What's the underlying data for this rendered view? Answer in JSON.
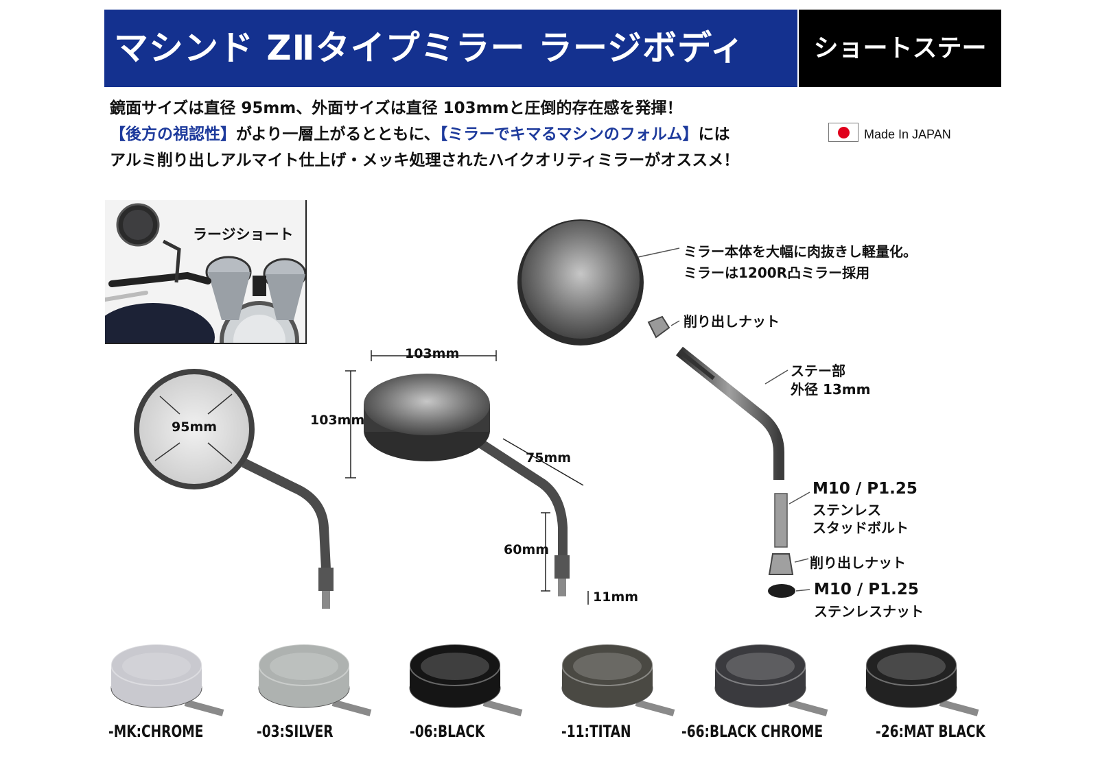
{
  "header": {
    "title": "マシンド ZⅡタイプミラー ラージボディ",
    "subtitle": "ショートステー"
  },
  "description": {
    "line1": "鏡面サイズは直径 95mm、外面サイズは直径 103mmと圧倒的存在感を発揮！",
    "line2_part1": "【後方の視認性】",
    "line2_part2": "がより一層上がるとともに、",
    "line2_part3": "【ミラーでキマるマシンのフォルム】",
    "line2_part4": "には",
    "line3": "アルミ削り出しアルマイト仕上げ・メッキ処理されたハイクオリティミラーがオススメ！"
  },
  "badge": {
    "made_in": "Made In JAPAN"
  },
  "photo": {
    "label": "ラージショート"
  },
  "dimensions": {
    "mirror_diameter": "95mm",
    "body_width": "103mm",
    "body_height": "103mm",
    "arm_length": "75mm",
    "stay_height": "60mm",
    "thread_length": "11mm"
  },
  "parts": {
    "body_note_1": "ミラー本体を大幅に肉抜きし軽量化。",
    "body_note_2": "ミラーは1200R凸ミラー採用",
    "nut_top": "削り出しナット",
    "stay_1": "ステー部",
    "stay_2": "外径 13mm",
    "bolt_1": "M10 / P1.25",
    "bolt_2": "ステンレス",
    "bolt_3": "スタッドボルト",
    "nut_bottom": "削り出しナット",
    "nut2_1": "M10 / P1.25",
    "nut2_2": "ステンレスナット"
  },
  "variants": [
    {
      "code": "-MK:CHROME",
      "color": "#c9c9cf"
    },
    {
      "code": "-03:SILVER",
      "color": "#aeb2b0"
    },
    {
      "code": "-06:BLACK",
      "color": "#151515"
    },
    {
      "code": "-11:TITAN",
      "color": "#4a4943"
    },
    {
      "code": "-66:BLACK CHROME",
      "color": "#3a3a3e"
    },
    {
      "code": "-26:MAT BLACK",
      "color": "#222222"
    }
  ]
}
